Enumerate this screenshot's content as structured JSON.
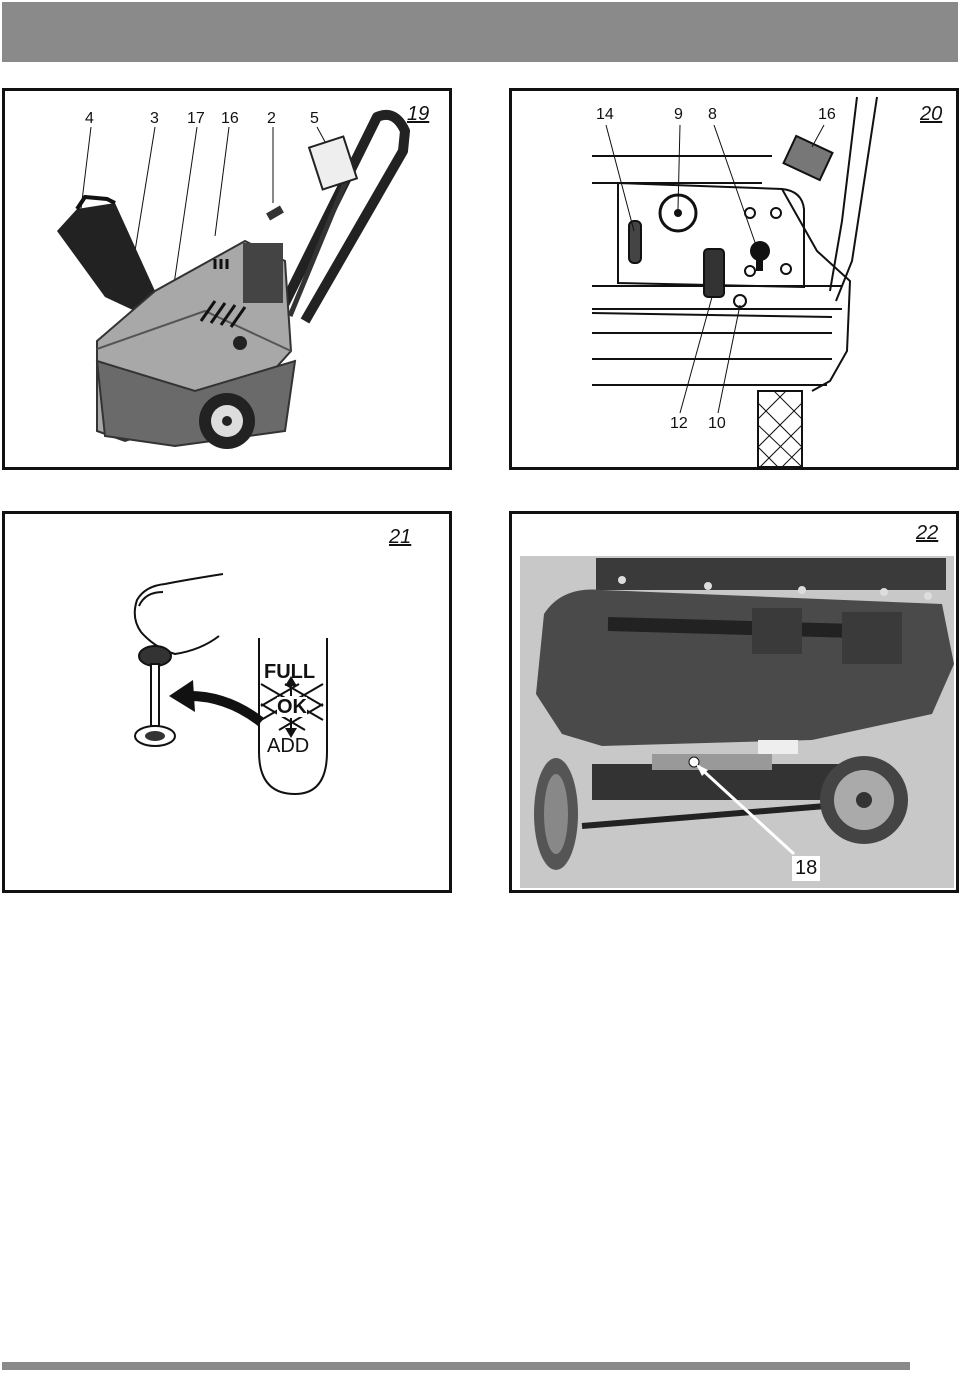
{
  "figures": {
    "fig19": {
      "number": "19",
      "callouts": [
        "4",
        "3",
        "17",
        "16",
        "2",
        "5"
      ]
    },
    "fig20": {
      "number": "20",
      "callouts_top": [
        "14",
        "9",
        "8",
        "16"
      ],
      "callouts_bottom": [
        "12",
        "10"
      ]
    },
    "fig21": {
      "number": "21",
      "gauge": {
        "full": "FULL",
        "ok": "OK",
        "add": "ADD"
      }
    },
    "fig22": {
      "number": "22",
      "callout": "18"
    }
  },
  "colors": {
    "header": "#8a8a8a",
    "footer": "#8a8a8a",
    "border": "#111111"
  }
}
